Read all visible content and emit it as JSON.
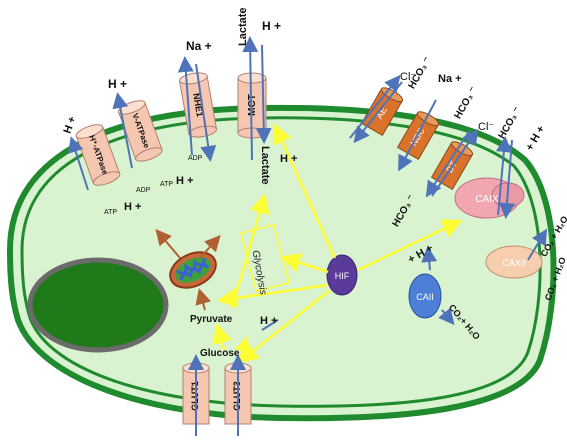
{
  "colors": {
    "membrane": "#1f8a2e",
    "cytoplasm": "#d9f2d0",
    "nucleus": "#1f7a1a",
    "arrow_yellow": "#ffff33",
    "arrow_blue": "#4f73b8",
    "arrow_brown": "#b06030",
    "transporter_pink": "#f6c7b0",
    "transporter_orange": "#d9722a",
    "caix": "#f2a7b0",
    "caxii": "#f7cfae",
    "cali": "#4d7fd6",
    "hif": "#5a3a9a"
  },
  "transporters": {
    "h_atpase": "H⁺-ATPase",
    "v_atpase": "V-ATPase",
    "nhe1": "NHE1",
    "mct": "MCT",
    "ae": "AE",
    "nbc": "NBC",
    "bt": "BT",
    "glut1": "GLUT1",
    "glut3": "GLUT3"
  },
  "enzymes": {
    "caix": "CAIX",
    "caxii": "CAXII",
    "cali": "CAII",
    "hif": "HIF"
  },
  "labels": {
    "h_plus": "H +",
    "atp": "ATP",
    "adp": "ADP",
    "na_plus": "Na +",
    "lactate": "Lactate",
    "cl_minus": "Cl⁻",
    "hco3_minus": "HCO₃ ⁻",
    "na_plus_small": "Na +",
    "glycolysis": "Glycolysis",
    "pyruvate": "Pyruvate",
    "glucose": "Glucose",
    "co2_h2o": "CO₂ + H₂O",
    "co2_plus_h2o": "CO₂+ H₂O",
    "plus_h_plus": "+ H +"
  }
}
